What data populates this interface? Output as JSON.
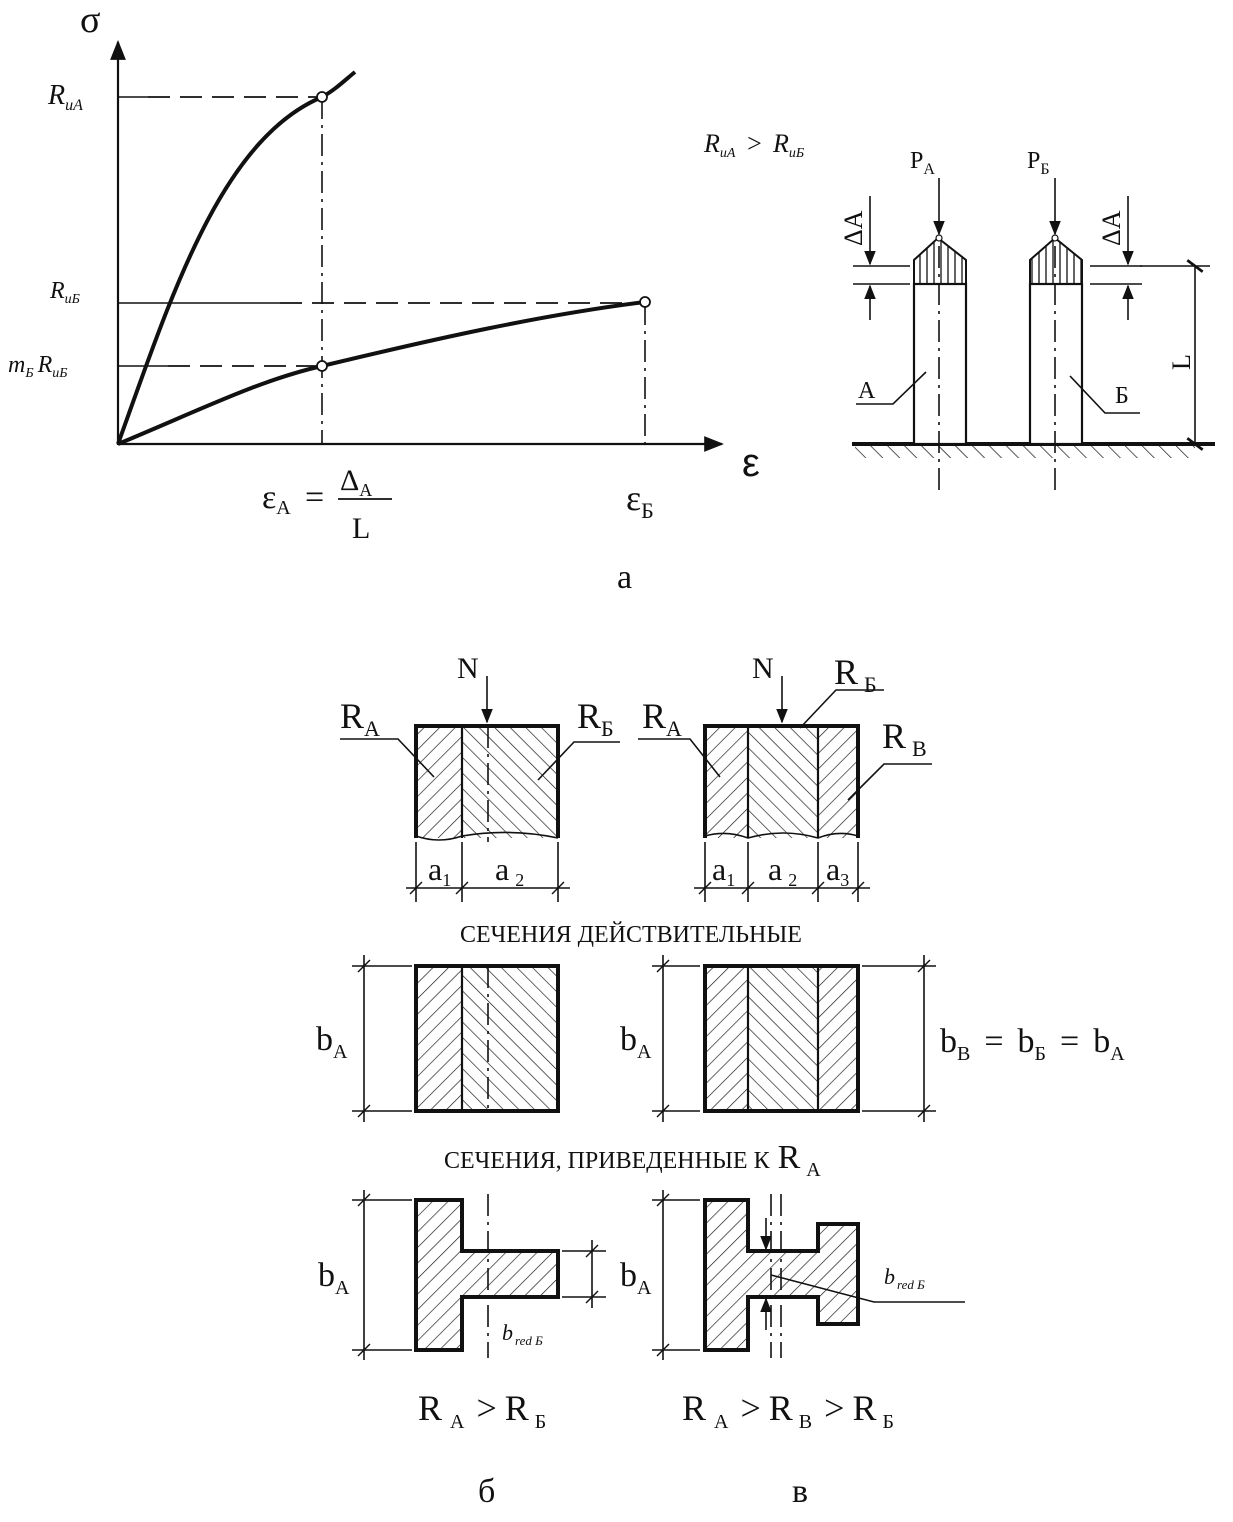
{
  "graph": {
    "sigma": "σ",
    "eps": "ε",
    "R_uA": "R",
    "R_uA_sub": "uA",
    "R_uB": "R",
    "R_uB_sub": "uБ",
    "mB_R_uB_m": "m",
    "mB_R_uB_msub": "Б",
    "mB_R_uB_R": "R",
    "mB_R_uB_sub": "uБ",
    "eps_A": "ε",
    "eps_A_sub": "A",
    "eq": "=",
    "delta_A": "Δ",
    "delta_A_sub": "A",
    "L": "L",
    "eps_B": "ε",
    "eps_B_sub": "Б"
  },
  "columns": {
    "ineq_R1": "R",
    "ineq_R1_sub": "uA",
    "ineq_gt": ">",
    "ineq_R2": "R",
    "ineq_R2_sub": "uБ",
    "P_A": "P",
    "P_A_sub": "A",
    "P_B": "P",
    "P_B_sub": "Б",
    "delta_A_left": "ΔA",
    "delta_A_right": "ΔA",
    "L": "L",
    "label_A": "A",
    "label_B": "Б"
  },
  "caption_a": "а",
  "sections": {
    "N": "N",
    "R_A": "R",
    "R_A_sub": "A",
    "R_B": "R",
    "R_B_sub": "Б",
    "R_V": "R",
    "R_V_sub": "B",
    "a1": "a",
    "a1_sub": "1",
    "a2": "a",
    "a2_sub": "2",
    "a3": "a",
    "a3_sub": "3",
    "title_actual": "СЕЧЕНИЯ ДЕЙСТВИТЕЛЬНЫЕ",
    "title_reduced": "СЕЧЕНИЯ, ПРИВЕДЕННЫЕ К",
    "title_reduced_R": "R",
    "title_reduced_sub": "A",
    "b": "b",
    "b_sub_A": "A",
    "b_sub_B": "B",
    "b_sub_Bcyr": "Б",
    "b_red": "b",
    "b_red_sub": "red Б",
    "ineq_left_R1": "R",
    "ineq_left_R1_sub": "A",
    "ineq_left_R2": "R",
    "ineq_left_R2_sub": "Б",
    "ineq_right_R1": "R",
    "ineq_right_R1_sub": "A",
    "ineq_right_R2": "R",
    "ineq_right_R2_sub": "B",
    "ineq_right_R3": "R",
    "ineq_right_R3_sub": "Б",
    "gt": ">",
    "eqsign": "="
  },
  "caption_b": "б",
  "caption_v": "в"
}
